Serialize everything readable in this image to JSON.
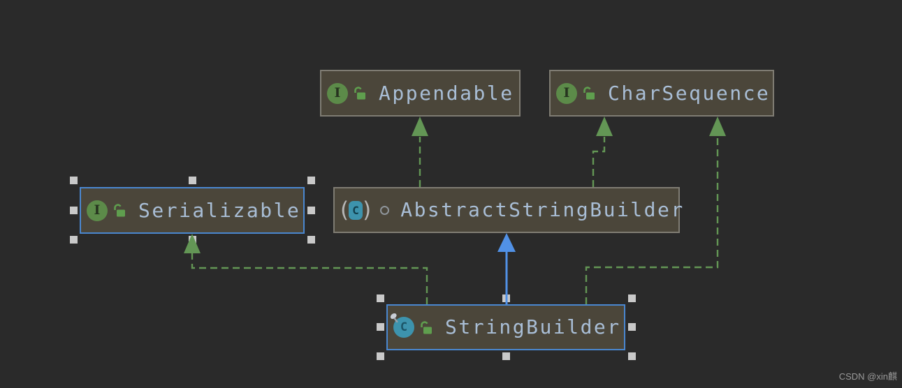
{
  "diagram": {
    "kind": "uml-class-diagram",
    "watermark": "CSDN @xin麒",
    "punct": {
      "open": "(",
      "close": ")"
    },
    "colors": {
      "canvas_background": "#2a2a2a",
      "node_fill": "#4b463a",
      "node_border": "#7f7c73",
      "selection_border": "#4a87d0",
      "node_text": "#a9bed6",
      "implements_edge_green": "#639655",
      "extends_edge_blue": "#5191e6",
      "interface_icon_green": "#5c8b49",
      "class_icon_teal": "#3d93ad",
      "lock_icon_green": "#5f9e4e",
      "selection_handle": "#c9c9c9"
    },
    "icons": {
      "interface": "green-circle-letter-I",
      "abstract_class": "teal-C-in-parentheses",
      "final_class": "teal-circle-letter-C-with-pin",
      "public_visibility": "unlocked-padlock-green",
      "package_private_visibility": "small-circle-outline"
    },
    "nodes": [
      {
        "label": "Appendable",
        "type": "interface",
        "access": "public",
        "icon_letter": "I",
        "selected": false
      },
      {
        "label": "CharSequence",
        "type": "interface",
        "access": "public",
        "icon_letter": "I",
        "selected": false
      },
      {
        "label": "Serializable",
        "type": "interface",
        "access": "public",
        "icon_letter": "I",
        "selected": true
      },
      {
        "label": "AbstractStringBuilder",
        "type": "abstract-class",
        "access": "package-private",
        "icon_letter": "C",
        "selected": false
      },
      {
        "label": "StringBuilder",
        "type": "final-class",
        "access": "public",
        "icon_letter": "C",
        "selected": true
      }
    ],
    "edges": [
      {
        "from": "AbstractStringBuilder",
        "to": "Appendable",
        "relation": "implements",
        "style": "dashed-green-arrow"
      },
      {
        "from": "AbstractStringBuilder",
        "to": "CharSequence",
        "relation": "implements",
        "style": "dashed-green-arrow"
      },
      {
        "from": "StringBuilder",
        "to": "Serializable",
        "relation": "implements",
        "style": "dashed-green-arrow"
      },
      {
        "from": "StringBuilder",
        "to": "AbstractStringBuilder",
        "relation": "extends",
        "style": "solid-blue-arrow"
      },
      {
        "from": "StringBuilder",
        "to": "CharSequence",
        "relation": "implements",
        "style": "dashed-green-arrow"
      }
    ]
  }
}
